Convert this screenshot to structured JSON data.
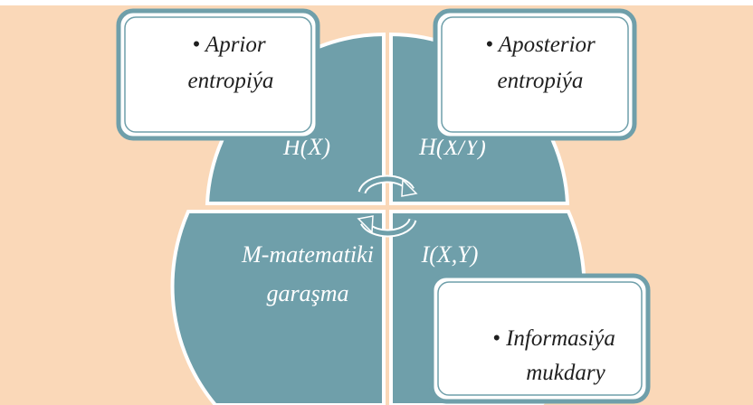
{
  "colors": {
    "background": "#fad8b8",
    "quadrant_fill": "#6f9faa",
    "quadrant_border": "#ffffff",
    "box_border": "#6f9faa",
    "box_fill": "#ffffff",
    "arrow": "#6f9faa"
  },
  "quadrants": {
    "top_left": {
      "lines": [
        "H(X)"
      ]
    },
    "top_right": {
      "lines": [
        "H(X/Y)"
      ]
    },
    "bottom_left": {
      "lines": [
        "M-matematiki",
        "garaşma"
      ]
    },
    "bottom_right": {
      "lines": [
        "I(X,Y)"
      ]
    }
  },
  "callouts": {
    "top_left": {
      "lines": [
        "• Aprior",
        "entropiýa"
      ]
    },
    "top_right": {
      "lines": [
        "• Aposterior",
        "entropiýa"
      ]
    },
    "bottom_right": {
      "lines": [
        "• Informasiýa",
        "mukdary"
      ]
    }
  },
  "center_icon": "cycle-arrows-icon"
}
